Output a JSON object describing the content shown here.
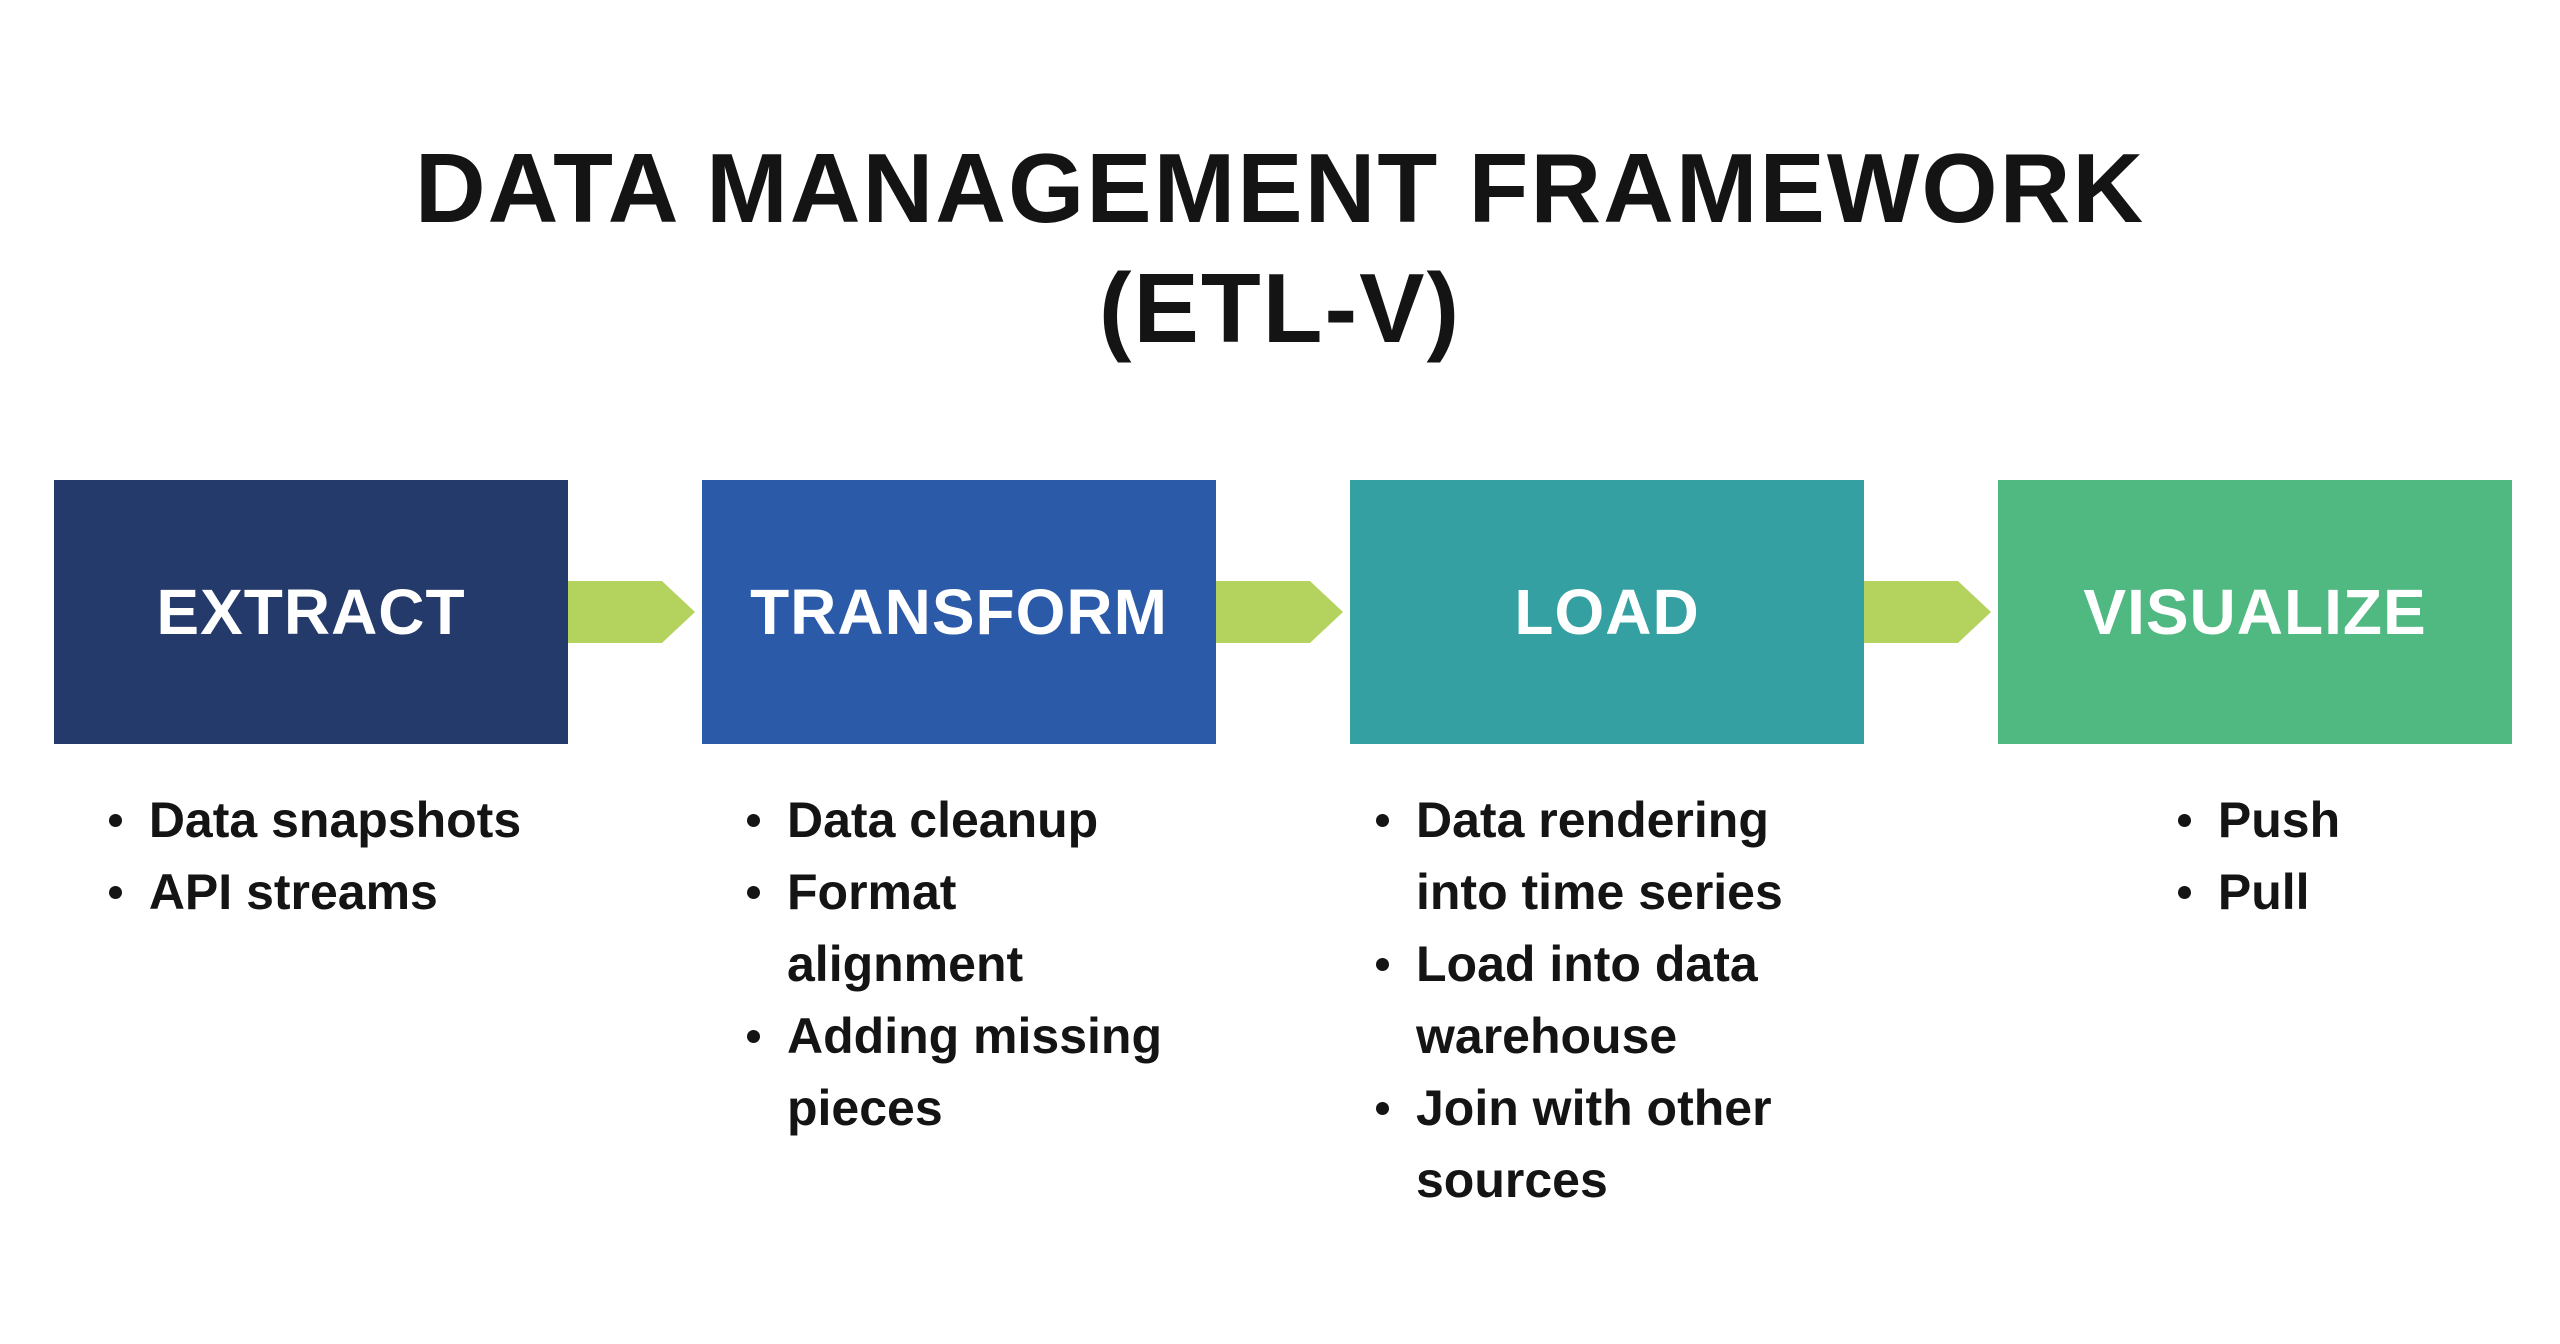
{
  "title": {
    "line1": "DATA MANAGEMENT FRAMEWORK",
    "line2": "(ETL-V)"
  },
  "colors": {
    "background": "#ffffff",
    "text": "#141414",
    "arrow": "#b4d35e"
  },
  "stages": [
    {
      "label": "EXTRACT",
      "color": "#233a6b",
      "bullets": [
        "Data snapshots",
        "API streams"
      ]
    },
    {
      "label": "TRANSFORM",
      "color": "#2b5aa9",
      "bullets": [
        "Data cleanup",
        "Format alignment",
        "Adding missing pieces"
      ]
    },
    {
      "label": "LOAD",
      "color": "#35a0a2",
      "bullets": [
        "Data rendering into time series",
        "Load into data warehouse",
        "Join with other sources"
      ]
    },
    {
      "label": "VISUALIZE",
      "color": "#50b982",
      "bullets": [
        "Push",
        "Pull"
      ]
    }
  ]
}
